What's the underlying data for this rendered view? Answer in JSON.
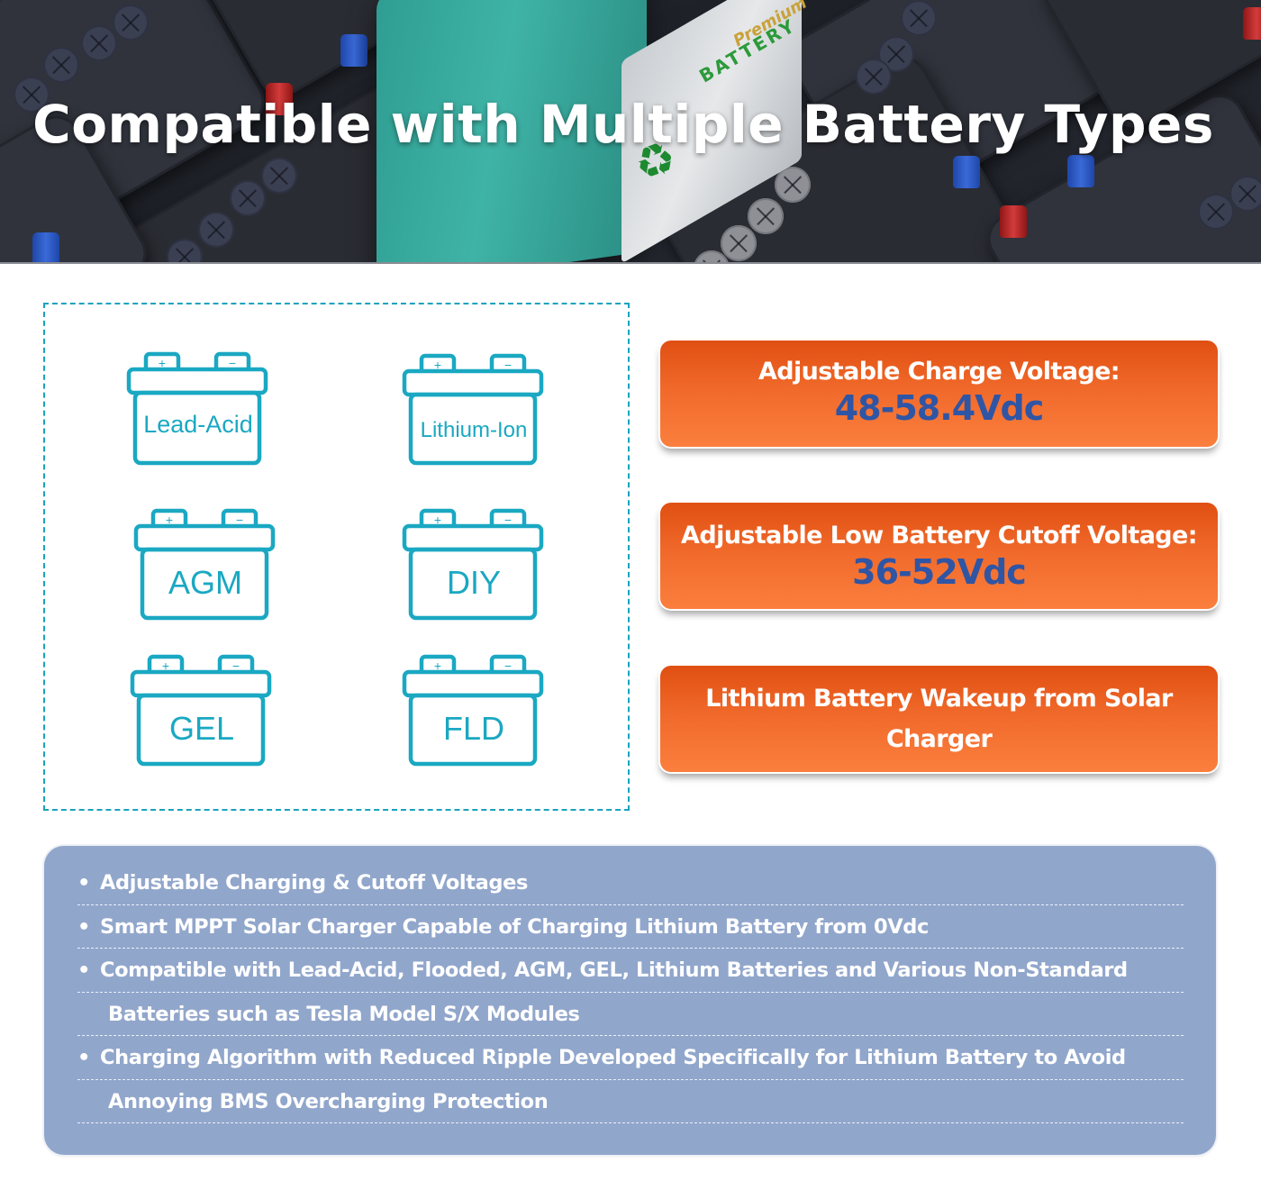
{
  "hero": {
    "title": "Compatible with Multiple Battery Types",
    "background_image": "photo of car batteries with red and blue terminal posts and one teal premium battery",
    "label_text": "BATTERY",
    "label_brand": "Premium"
  },
  "battery_types": {
    "border_color": "#1aa3bd",
    "icon_color": "#1aa8c2",
    "items": [
      {
        "label": "Lead-Acid",
        "icon": "battery-icon"
      },
      {
        "label": "Lithium-Ion",
        "icon": "battery-icon"
      },
      {
        "label": "AGM",
        "icon": "battery-icon"
      },
      {
        "label": "DIY",
        "icon": "battery-icon"
      },
      {
        "label": "GEL",
        "icon": "battery-icon"
      },
      {
        "label": "FLD",
        "icon": "battery-icon"
      }
    ],
    "terminal_plus": "+",
    "terminal_minus": "−"
  },
  "features": {
    "accent_color": "#f0692a",
    "value_color": "#2f55a5",
    "items": [
      {
        "title": "Adjustable Charge Voltage:",
        "value": "48-58.4Vdc"
      },
      {
        "title": "Adjustable Low Battery Cutoff Voltage:",
        "value": "36-52Vdc"
      },
      {
        "title_line1": "Lithium Battery Wakeup from Solar",
        "title_line2": "Charger"
      }
    ]
  },
  "bullets": {
    "panel_color": "#91a6cb",
    "bullet_glyph": "•",
    "lines": [
      {
        "text": "Adjustable Charging & Cutoff Voltages",
        "bullet": true
      },
      {
        "text": "Smart MPPT Solar Charger Capable of Charging Lithium Battery from 0Vdc",
        "bullet": true
      },
      {
        "text": "Compatible with Lead-Acid, Flooded, AGM, GEL, Lithium Batteries and Various Non-Standard",
        "bullet": true
      },
      {
        "text": "Batteries such as Tesla Model S/X Modules",
        "bullet": false
      },
      {
        "text": "Charging Algorithm with Reduced Ripple Developed Specifically for Lithium Battery to Avoid",
        "bullet": true
      },
      {
        "text": "Annoying BMS Overcharging Protection",
        "bullet": false
      }
    ]
  }
}
